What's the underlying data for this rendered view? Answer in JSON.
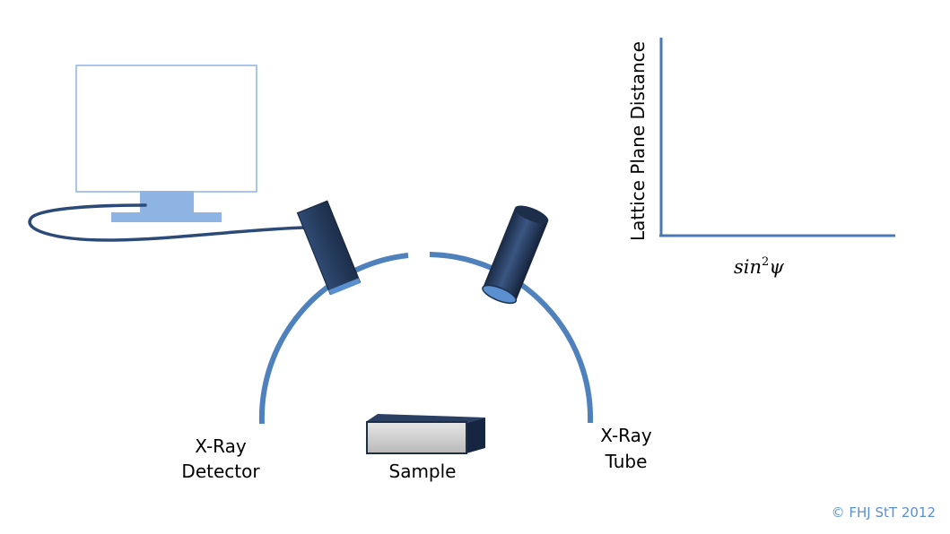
{
  "labels": {
    "detector_line1": "X-Ray",
    "detector_line2": "Detector",
    "sample": "Sample",
    "tube_line1": "X-Ray",
    "tube_line2": "Tube"
  },
  "graph": {
    "ylabel": "Lattice Plane Distance",
    "xlabel_base": "sin",
    "xlabel_exp": "2",
    "xlabel_var": "ψ"
  },
  "copyright": "© FHJ StT 2012",
  "colors": {
    "arc": "#4f81bd",
    "axis": "#4a7ab5",
    "device_dark": "#253a5c",
    "device_light": "#5a8fd0",
    "monitor_border": "#8eb4e3",
    "monitor_stand": "#8eb4e3",
    "cable": "#2b4a78",
    "sample_face": "#c8c8c8",
    "copyright": "#5a8fd0"
  }
}
